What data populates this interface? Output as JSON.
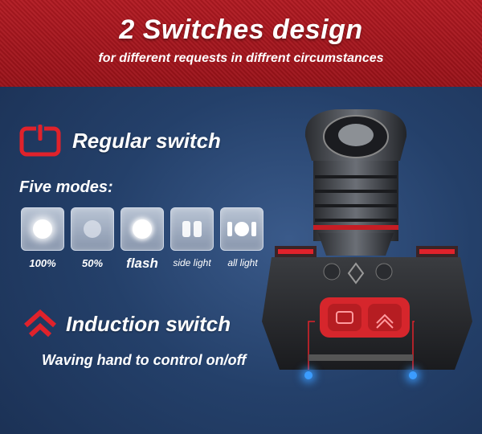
{
  "banner": {
    "title": "2 Switches  design",
    "subtitle": "for different requests in diffrent circumstances"
  },
  "regular": {
    "title": "Regular switch",
    "icon": "power-icon"
  },
  "modes": {
    "heading": "Five modes:",
    "items": [
      {
        "label": "100%",
        "icon": "bright-dot-icon"
      },
      {
        "label": "50%",
        "icon": "dim-dot-icon"
      },
      {
        "label": "flash",
        "icon": "flash-dot-icon"
      },
      {
        "label": "side light",
        "icon": "side-light-icon"
      },
      {
        "label": "all light",
        "icon": "all-light-icon"
      }
    ]
  },
  "induction": {
    "title": "Induction switch",
    "description": "Waving hand to control on/off",
    "icon": "chevron-up-icon"
  },
  "colors": {
    "accent": "#e0222b",
    "banner": "#a8161e",
    "background": "#24406a",
    "sensor": "#3b9cff"
  }
}
